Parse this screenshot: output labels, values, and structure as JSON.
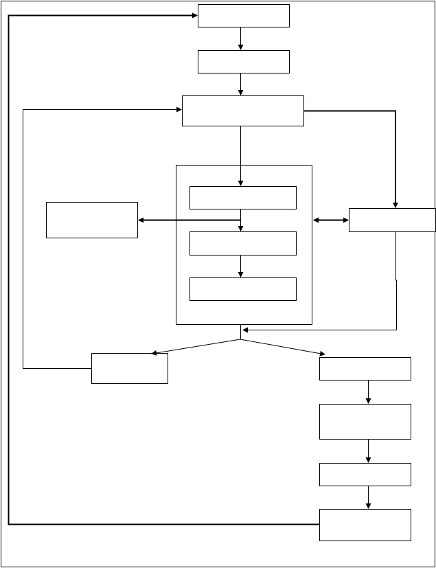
{
  "diagram": {
    "type": "flowchart",
    "stroke_color": "#000000",
    "background_color": "#ffffff",
    "boxes": [
      {
        "id": "box-top-1",
        "text": ""
      },
      {
        "id": "box-top-2",
        "text": ""
      },
      {
        "id": "box-main",
        "text": ""
      },
      {
        "id": "box-inner-1",
        "text": ""
      },
      {
        "id": "box-inner-2",
        "text": ""
      },
      {
        "id": "box-inner-3",
        "text": ""
      },
      {
        "id": "box-left",
        "text": ""
      },
      {
        "id": "box-right",
        "text": ""
      },
      {
        "id": "box-bottom-left",
        "text": ""
      },
      {
        "id": "box-right-chain-1",
        "text": ""
      },
      {
        "id": "box-right-chain-2",
        "text": ""
      },
      {
        "id": "box-right-chain-3",
        "text": ""
      },
      {
        "id": "box-right-chain-4",
        "text": ""
      }
    ]
  }
}
